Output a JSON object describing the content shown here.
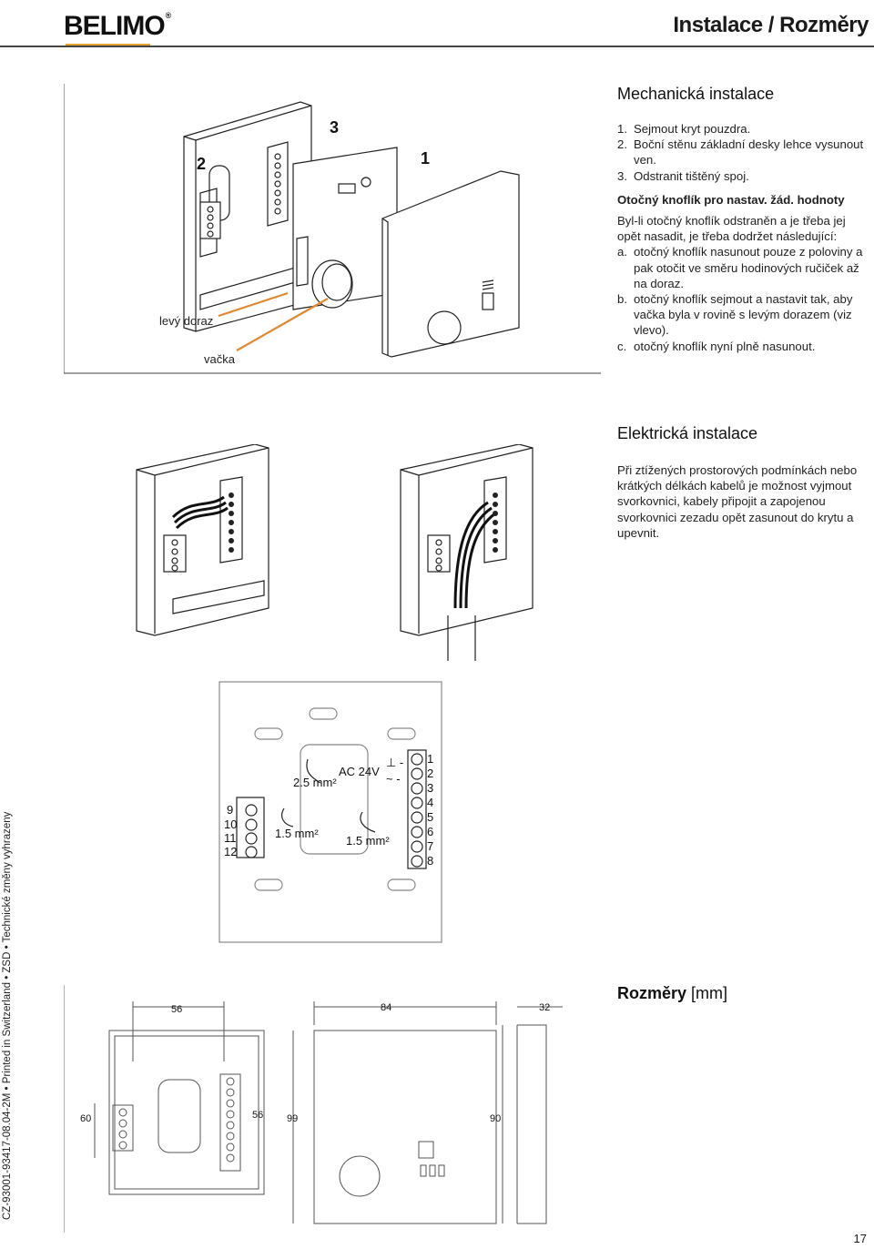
{
  "header": {
    "brand": "BELIMO",
    "brand_mark": "®",
    "title": "Instalace / Rozměry"
  },
  "mechanical": {
    "title": "Mechanická instalace",
    "steps": [
      {
        "num": "1.",
        "text": "Sejmout kryt pouzdra."
      },
      {
        "num": "2.",
        "text": "Boční stěnu základní desky lehce vysunout ven."
      },
      {
        "num": "3.",
        "text": "Odstranit tištěný spoj."
      }
    ],
    "knob_heading": "Otočný knoflík pro nastav. žád. hodnoty",
    "knob_intro": "Byl-li otočný knoflík odstraněn a je třeba jej opět nasadit, je třeba dodržet následující:",
    "knob_steps": [
      {
        "num": "a.",
        "text": "otočný knoflík nasunout pouze z poloviny a pak otočit ve směru hodinových ručiček až na doraz."
      },
      {
        "num": "b.",
        "text": "otočný knoflík sejmout a nastavit tak, aby vačka byla v rovině s levým dorazem (viz vlevo)."
      },
      {
        "num": "c.",
        "text": "otočný knoflík nyní plně nasunout."
      }
    ],
    "figure": {
      "label_stop": "levý doraz",
      "label_cam": "vačka",
      "callout_1": "1",
      "callout_2": "2",
      "callout_3": "3"
    }
  },
  "electrical": {
    "title": "Elektrická instalace",
    "text": "Při ztížených prostorových podmínkách nebo krátkých délkách kabelů je možnost vyjmout svorkovnici, kabely připojit a zapojenou svorkovnici zezadu opět zasunout do krytu a upevnit."
  },
  "wiring": {
    "left_terminals": [
      "9",
      "10",
      "11",
      "12"
    ],
    "right_terminals": [
      "1",
      "2",
      "3",
      "4",
      "5",
      "6",
      "7",
      "8"
    ],
    "supply": "AC 24V",
    "gnd_symbol": "⊥ -",
    "ac_symbol": "~ -",
    "wire_main": "2.5 mm²",
    "wire_left": "1.5 mm²",
    "wire_right": "1.5 mm²"
  },
  "dimensions": {
    "title": "Rozměry",
    "unit": "[mm]",
    "dim_56_top": "56",
    "dim_60": "60",
    "dim_56_side": "56",
    "dim_84": "84",
    "dim_99": "99",
    "dim_32": "32",
    "dim_90": "90"
  },
  "sidebar": "CZ-93001-93417-08.04-2M • Printed in Switzerland • ZSD • Technické změny vyhrazeny",
  "page_number": "17"
}
